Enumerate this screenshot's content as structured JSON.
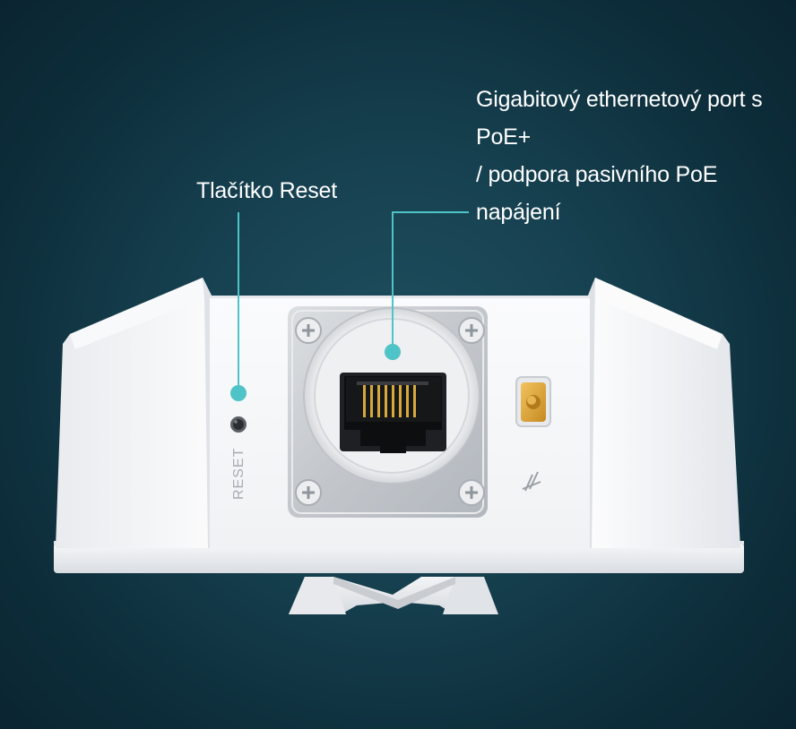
{
  "callouts": {
    "reset_button": {
      "label": "Tlačítko Reset"
    },
    "ethernet_port": {
      "lines": [
        "Gigabitový ethernetový port s",
        "PoE+",
        "/ podpora pasivního PoE",
        "napájení"
      ]
    }
  },
  "device": {
    "reset_label": "RESET"
  },
  "colors": {
    "callout_accent": "#4ec3c8",
    "background": "#0f3340",
    "device_body": "#f4f5f7",
    "ground_terminal": "#d9a53a"
  }
}
